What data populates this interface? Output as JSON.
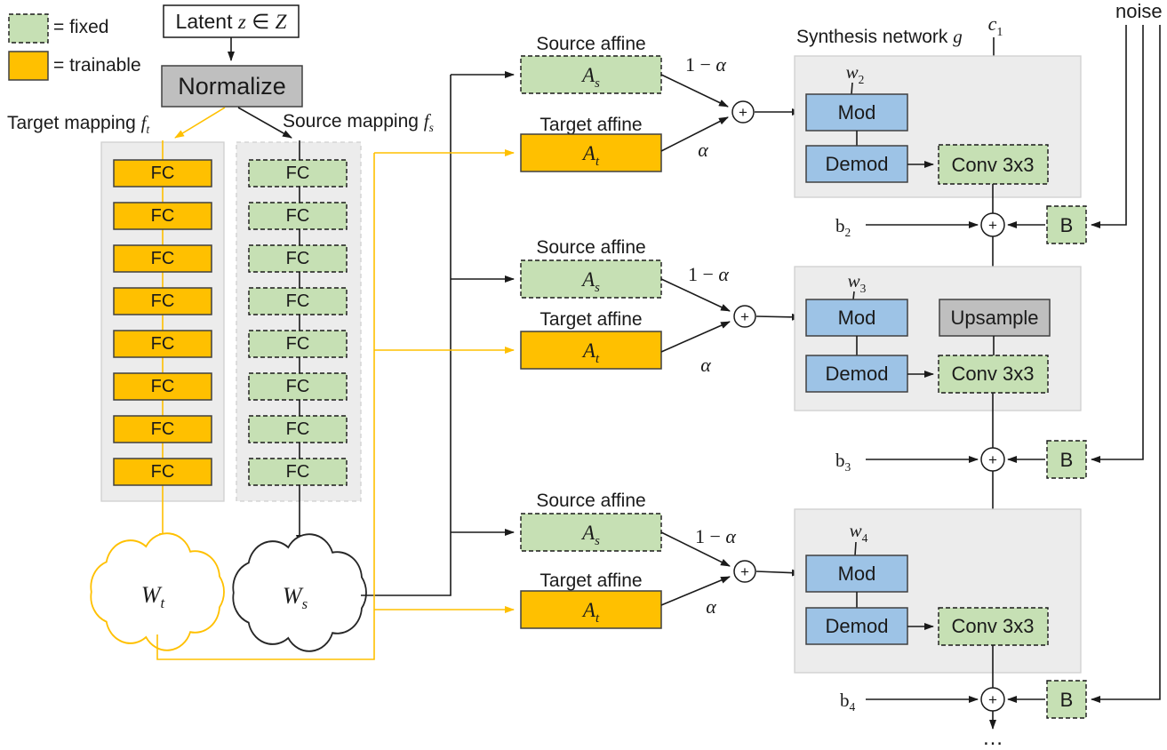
{
  "colors": {
    "trainable_orange": "#FFC000",
    "fixed_green": "#C6E0B4",
    "module_blue": "#9DC3E6",
    "gray_block": "#BFBFBF",
    "panel_gray": "#ECECEC",
    "line_black": "#1A1A1A"
  },
  "legend": {
    "fixed": "= fixed",
    "trainable": "= trainable"
  },
  "input": {
    "latent_prefix": "Latent ",
    "latent_var": "z",
    "latent_in": " ∈ ",
    "latent_space": "Z",
    "normalize": "Normalize"
  },
  "mapping": {
    "target": {
      "label": "Target mapping ",
      "fn": "f",
      "sub": "t",
      "fc": "FC"
    },
    "source": {
      "label": "Source mapping ",
      "fn": "f",
      "sub": "s",
      "fc": "FC"
    }
  },
  "latent_spaces": {
    "target": {
      "base": "W",
      "sub": "t"
    },
    "source": {
      "base": "W",
      "sub": "s"
    }
  },
  "affine": {
    "source_label": "Source affine",
    "target_label": "Target affine",
    "as": {
      "base": "A",
      "sub": "s"
    },
    "at": {
      "base": "A",
      "sub": "t"
    },
    "one_minus": "1 − ",
    "alpha": "α",
    "plus": "+"
  },
  "synthesis": {
    "title": "Synthesis network ",
    "title_g": "g",
    "noise": "noise",
    "const": {
      "base": "c",
      "sub": "1"
    },
    "mod": "Mod",
    "demod": "Demod",
    "upsample": "Upsample",
    "conv": "Conv 3x3",
    "b_block": "B",
    "plus": "+",
    "ellipsis": "…",
    "w": [
      {
        "base": "w",
        "sub": "2"
      },
      {
        "base": "w",
        "sub": "3"
      },
      {
        "base": "w",
        "sub": "4"
      }
    ],
    "bias": [
      {
        "base": "b",
        "sub": "2"
      },
      {
        "base": "b",
        "sub": "3"
      },
      {
        "base": "b",
        "sub": "4"
      }
    ]
  }
}
